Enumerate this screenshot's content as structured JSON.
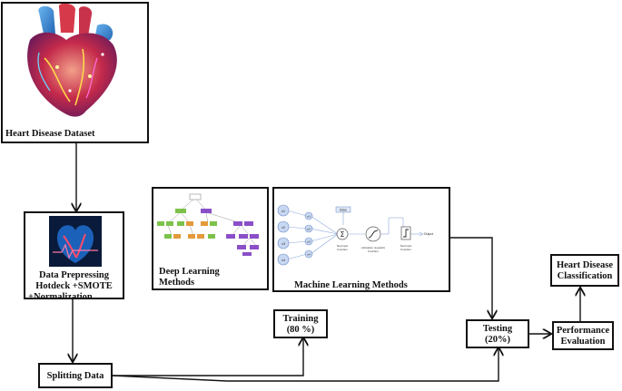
{
  "nodes": {
    "dataset": {
      "label": "Heart Disease Dataset"
    },
    "preprocessing": {
      "line1": "Data Prepressing",
      "line2": "Hotdeck +SMOTE",
      "line3": "+Normalization"
    },
    "deep_learning": {
      "line1": "Deep Learning",
      "line2": "Methods"
    },
    "machine_learning": {
      "label": "Machine Learning Methods"
    },
    "training": {
      "line1": "Training",
      "line2": "(80 %)"
    },
    "splitting": {
      "label": "Splitting Data"
    },
    "testing": {
      "line1": "Testing",
      "line2": "(20%)"
    },
    "performance": {
      "line1": "Performance",
      "line2": "Evaluation"
    },
    "classification": {
      "line1": "Heart Disease",
      "line2": "Classification"
    }
  },
  "neuron_diagram": {
    "inputs": [
      "x1",
      "x2",
      "x3",
      "x4"
    ],
    "weights": [
      "w1",
      "w2",
      "w3",
      "w4"
    ],
    "bias_label": "Bias",
    "sum_symbol": "Σ",
    "net_input_label_1": "Net Input",
    "net_input_label_2": "Function",
    "activation_label_1": "Activation (Logistic)",
    "activation_label_2": "Function",
    "threshold_label_1": "Net Input",
    "threshold_label_2": "Function",
    "output_label": "Output"
  },
  "colors": {
    "heart_red": "#c42a4a",
    "heart_blue": "#2f7fd0",
    "tree_green": "#7cc24a",
    "tree_purple": "#8a4fc8",
    "tree_orange": "#e39a3a"
  }
}
